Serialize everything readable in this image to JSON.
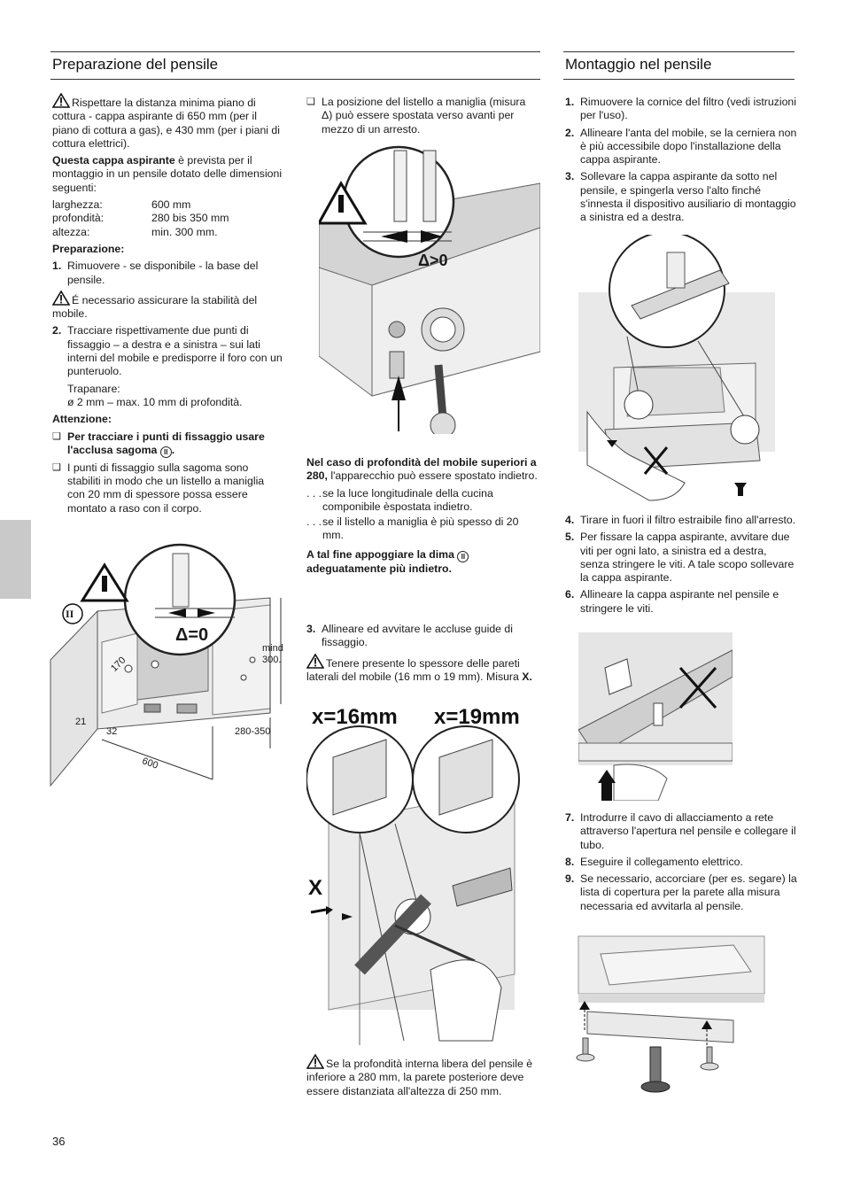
{
  "left_section": {
    "title": "Preparazione del pensile",
    "warning_1": "Rispettare la distanza minima piano di cottura - cappa aspirante di 650 mm (per il piano di cottura a gas), e 430 mm (per i piani di cottura elettrici).",
    "intro_bold": "Questa cappa aspirante",
    "intro_rest": " è prevista per il montaggio in un pensile dotato delle dimensioni seguenti:",
    "dims": [
      {
        "label": "larghezza:",
        "value": "600 mm"
      },
      {
        "label": "profondità:",
        "value": "280 bis 350 mm"
      },
      {
        "label": "altezza:",
        "value": "min. 300 mm."
      }
    ],
    "prep_heading": "Preparazione:",
    "step1_num": "1.",
    "step1": "Rimuovere - se disponibile - la base del pensile.",
    "warning_2": "É necessario assicurare la stabilità del mobile.",
    "step2_num": "2.",
    "step2": "Tracciare rispettivamente due punti di fissaggio – a destra e a sinistra – sui lati interni del mobile e predisporre il foro con un punteruolo.",
    "drill_1": "Trapanare:",
    "drill_2": "ø 2 mm – max. 10 mm di profondità.",
    "attention": "Attenzione:",
    "bullet1": "Per tracciare i punti di fissaggio usare l'acclusa sagoma",
    "bullet1_mark": "II",
    "bullet2": "I punti di fissaggio sulla sagoma sono stabiliti in modo che un listello a maniglia con 20 mm di spessore possa essere montato a raso con il corpo.",
    "fig_labels": {
      "roman": "II",
      "delta": "Δ=0",
      "mind": "mind",
      "mind_val": "300.",
      "d170": "170",
      "d21": "21",
      "d32": "32",
      "d280": "280-350",
      "d600": "600"
    }
  },
  "middle_section": {
    "bullet_top": "La posizione del listello a maniglia (misura Δ) può essere spostata verso avanti per mezzo di un arresto.",
    "fig_delta": "Δ>0",
    "depth_bold": "Nel caso di profondità del mobile superiori a 280,",
    "depth_rest": " l'apparecchio può essere spostato indietro.",
    "ellipsis_1": "se la luce longitudinale della cucina componibile èspostata indietro.",
    "ellipsis_2": "se il listello a maniglia è più  spesso di 20 mm.",
    "ellipsis_mark": ". . .",
    "template_note": "A tal fine appoggiare la dima",
    "template_note_2": "adeguatamente più indietro.",
    "template_mark": "II",
    "step3_num": "3.",
    "step3": "Allineare ed avvitare le accluse guide di fissaggio.",
    "warning_3": "Tenere presente lo spessore delle pareti laterali del mobile (16 mm o 19 mm). Misura",
    "warning_3_x": "X.",
    "x16": "x=16mm",
    "x19": "x=19mm",
    "x_label": "X",
    "warning_4": "Se la profondità interna libera del pensile è inferiore a 280 mm, la parete posteriore deve essere distanziata all'altezza di 250 mm."
  },
  "right_section": {
    "title": "Montaggio nel pensile",
    "steps_a": [
      {
        "n": "1.",
        "t": "Rimuovere la cornice del filtro (vedi istruzioni per l'uso)."
      },
      {
        "n": "2.",
        "t": "Allineare l'anta del mobile, se la cerniera non è più accessibile dopo l'installazione della cappa aspirante."
      },
      {
        "n": "3.",
        "t": "Sollevare la cappa aspirante da sotto nel pensile, e spingerla verso l'alto finché s'innesta il dispositivo ausiliario di montaggio a sinistra ed a destra."
      }
    ],
    "steps_b": [
      {
        "n": "4.",
        "t": "Tirare in fuori il filtro estraibile fino all'arresto."
      },
      {
        "n": "5.",
        "t": "Per fissare la cappa aspirante, avvitare due viti per ogni lato, a sinistra ed a destra, senza stringere le viti. A tale scopo sollevare la cappa aspirante."
      },
      {
        "n": "6.",
        "t": "Allineare la cappa aspirante nel pensile e stringere le viti."
      }
    ],
    "steps_c": [
      {
        "n": "7.",
        "t": "Introdurre il cavo di allacciamento a rete attraverso l'apertura nel pensile e collegare il tubo."
      },
      {
        "n": "8.",
        "t": "Eseguire il collegamento elettrico."
      },
      {
        "n": "9.",
        "t": "Se necessario, accorciare (per es. segare) la lista di copertura per la parete alla misura necessaria ed avvitarla al pensile."
      }
    ]
  },
  "page_number": "36",
  "icons": [
    "warning-triangle-icon"
  ]
}
